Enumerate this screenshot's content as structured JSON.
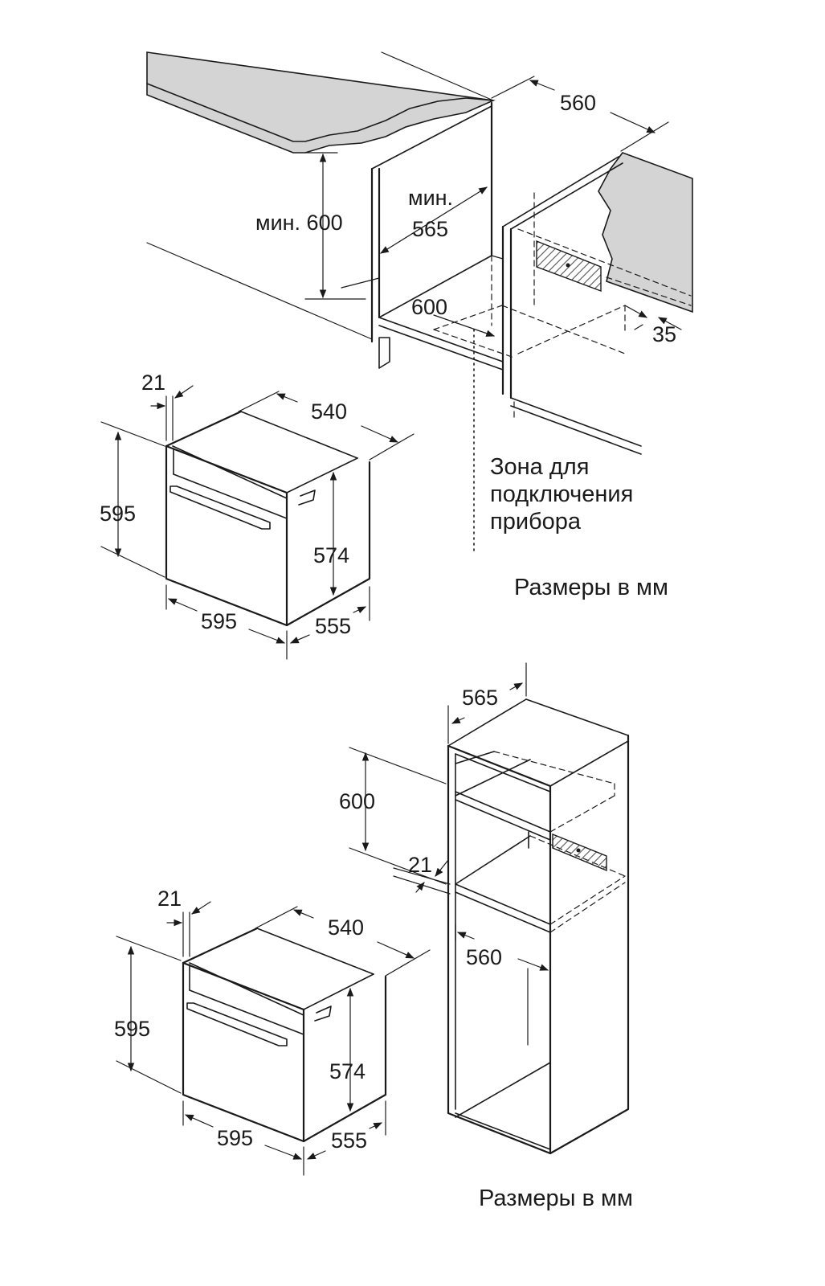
{
  "colors": {
    "line": "#1a1a1a",
    "countertop": "#d4d4d4",
    "hatch": "#555555",
    "background": "#ffffff"
  },
  "top_diagram": {
    "install": {
      "min_height_label": "мин. 600",
      "min_depth_label_1": "мин.",
      "min_depth_label_2": "565",
      "depth_600": "600",
      "width_560": "560",
      "gap_35": "35",
      "zone_line_1": "Зона для",
      "zone_line_2": "подключения",
      "zone_line_3": "прибора"
    },
    "oven": {
      "front_21": "21",
      "depth_540": "540",
      "height_595": "595",
      "inner_574": "574",
      "width_595": "595",
      "depth_555": "555"
    },
    "caption": "Размеры в мм"
  },
  "bottom_diagram": {
    "cabinet": {
      "depth_565": "565",
      "height_600": "600",
      "gap_21": "21",
      "width_560": "560"
    },
    "oven": {
      "front_21": "21",
      "depth_540": "540",
      "height_595": "595",
      "inner_574": "574",
      "width_595": "595",
      "depth_555": "555"
    },
    "caption": "Размеры в мм"
  }
}
